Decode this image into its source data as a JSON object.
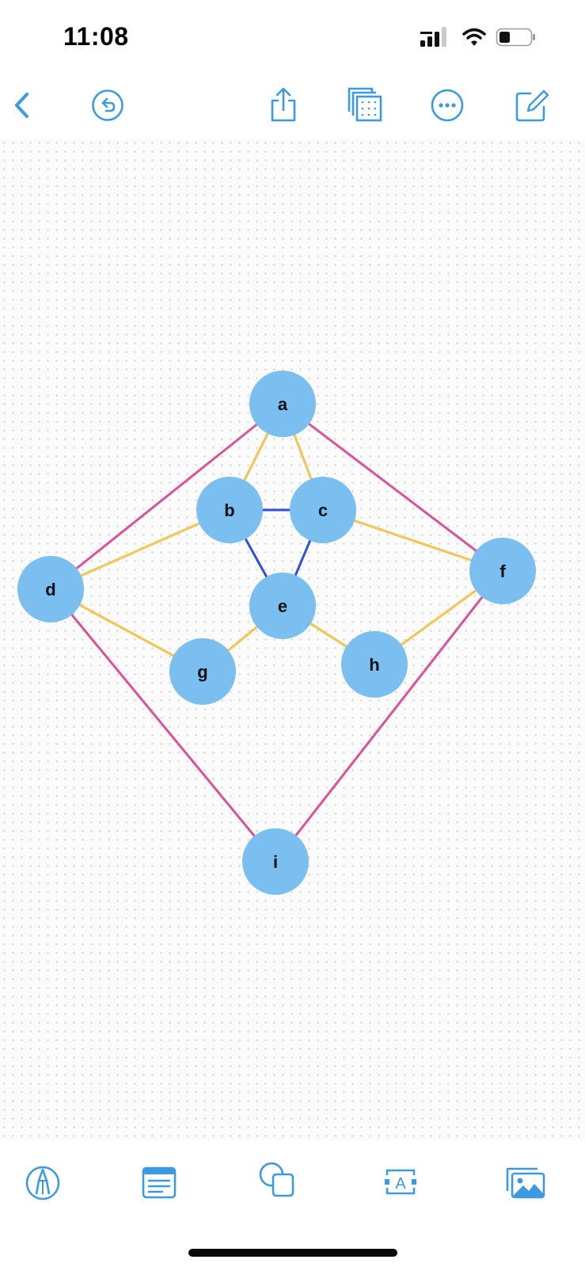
{
  "status_bar": {
    "time": "11:08",
    "icons": [
      "cellular-signal-icon",
      "wifi-icon",
      "battery-icon"
    ]
  },
  "top_toolbar": {
    "buttons": [
      "back-icon",
      "undo-icon",
      "share-icon",
      "board-view-icon",
      "more-icon",
      "compose-icon"
    ],
    "accent_color": "#3d9ae0"
  },
  "board": {
    "node_color": "#7abff0",
    "edge_colors": {
      "pink": "#d9539a",
      "yellow": "#efc75a",
      "blue": "#2f4fd9"
    },
    "nodes": [
      {
        "id": "a",
        "label": "a"
      },
      {
        "id": "b",
        "label": "b"
      },
      {
        "id": "c",
        "label": "c"
      },
      {
        "id": "d",
        "label": "d"
      },
      {
        "id": "e",
        "label": "e"
      },
      {
        "id": "f",
        "label": "f"
      },
      {
        "id": "g",
        "label": "g"
      },
      {
        "id": "h",
        "label": "h"
      },
      {
        "id": "i",
        "label": "i"
      }
    ],
    "edges": [
      {
        "from": "a",
        "to": "d",
        "color": "pink"
      },
      {
        "from": "a",
        "to": "f",
        "color": "pink"
      },
      {
        "from": "d",
        "to": "i",
        "color": "pink"
      },
      {
        "from": "f",
        "to": "i",
        "color": "pink"
      },
      {
        "from": "a",
        "to": "b",
        "color": "yellow"
      },
      {
        "from": "a",
        "to": "c",
        "color": "yellow"
      },
      {
        "from": "b",
        "to": "d",
        "color": "yellow"
      },
      {
        "from": "c",
        "to": "f",
        "color": "yellow"
      },
      {
        "from": "d",
        "to": "g",
        "color": "yellow"
      },
      {
        "from": "g",
        "to": "e",
        "color": "yellow"
      },
      {
        "from": "e",
        "to": "h",
        "color": "yellow"
      },
      {
        "from": "h",
        "to": "f",
        "color": "yellow"
      },
      {
        "from": "b",
        "to": "c",
        "color": "blue"
      },
      {
        "from": "b",
        "to": "e",
        "color": "blue"
      },
      {
        "from": "c",
        "to": "e",
        "color": "blue"
      }
    ]
  },
  "bottom_toolbar": {
    "buttons": [
      "pen-tool-icon",
      "sticky-note-icon",
      "shapes-icon",
      "text-box-icon",
      "media-icon"
    ],
    "text_box_glyph": "A"
  }
}
